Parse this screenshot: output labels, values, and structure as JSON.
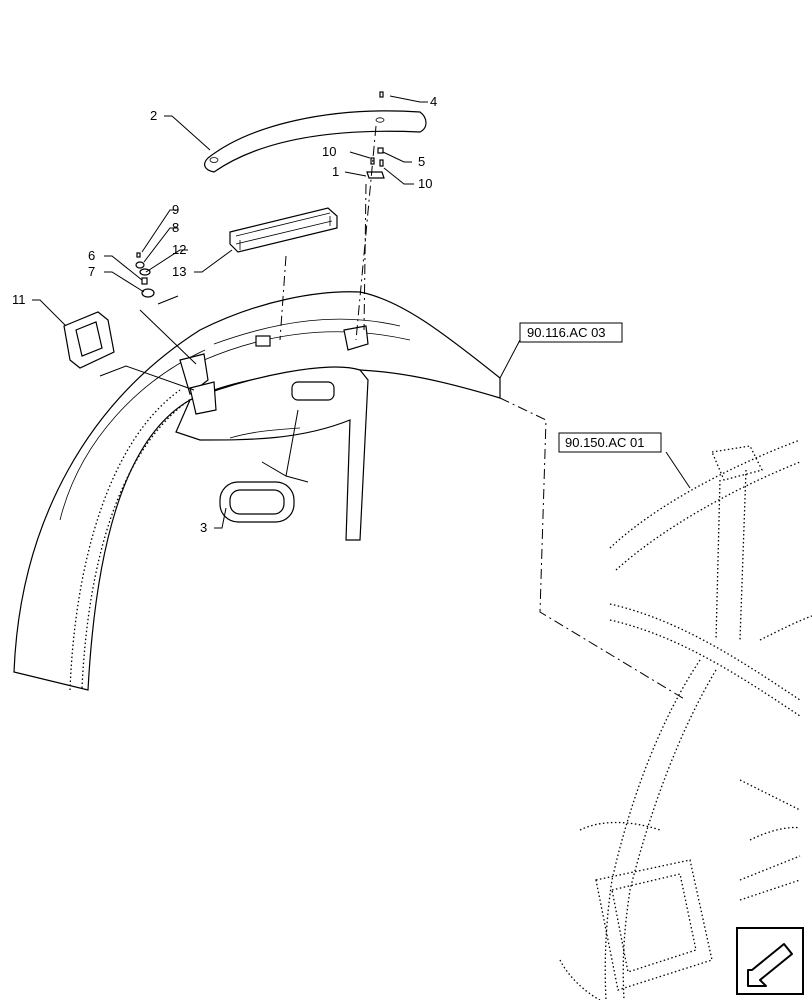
{
  "callouts": [
    {
      "id": "c1",
      "label": "1"
    },
    {
      "id": "c2",
      "label": "2"
    },
    {
      "id": "c3",
      "label": "3"
    },
    {
      "id": "c4",
      "label": "4"
    },
    {
      "id": "c5",
      "label": "5"
    },
    {
      "id": "c6",
      "label": "6"
    },
    {
      "id": "c7",
      "label": "7"
    },
    {
      "id": "c8",
      "label": "8"
    },
    {
      "id": "c9",
      "label": "9"
    },
    {
      "id": "c10a",
      "label": "10"
    },
    {
      "id": "c10b",
      "label": "10"
    },
    {
      "id": "c11",
      "label": "11"
    },
    {
      "id": "c12",
      "label": "12"
    },
    {
      "id": "c13",
      "label": "13"
    }
  ],
  "references": {
    "fender_ref": "90.116.AC 03",
    "frame_ref": "90.150.AC 01"
  },
  "nav_icon": "arrow-left-down-icon"
}
